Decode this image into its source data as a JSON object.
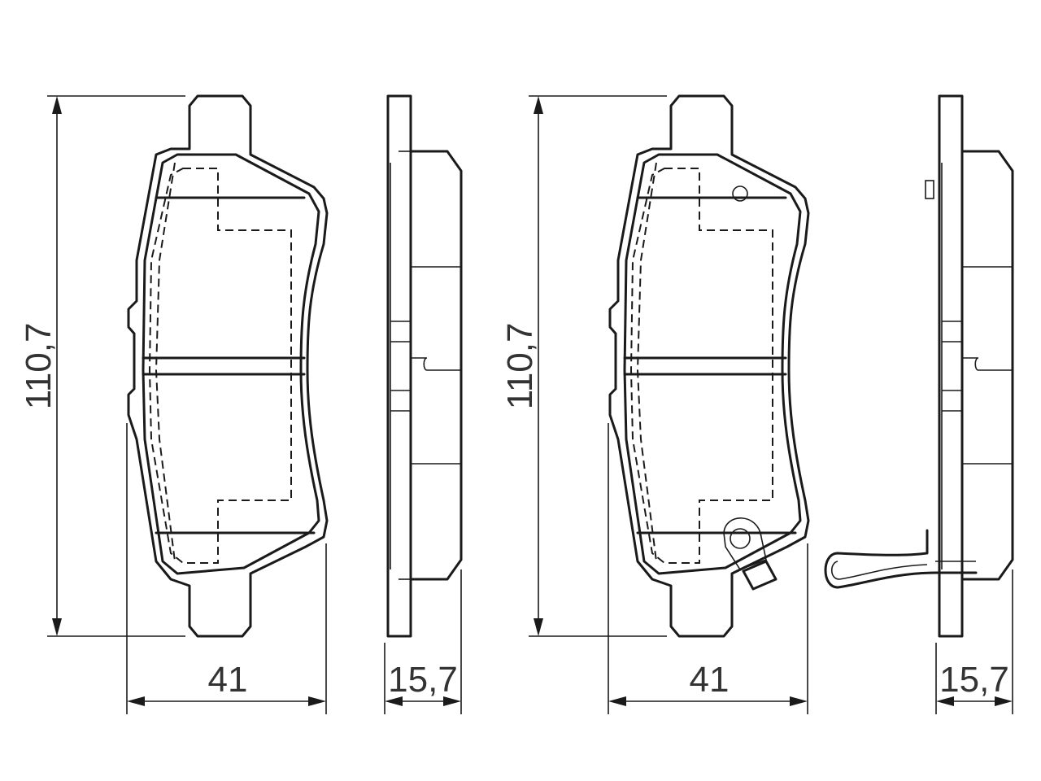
{
  "dimensions": {
    "height_front": "110,7",
    "width_front": "41",
    "thickness_side": "15,7",
    "height_rear": "110,7",
    "width_rear": "41",
    "thickness_rear_side": "15,7"
  },
  "colors": {
    "stroke": "#1a1a1a",
    "text": "#333333",
    "background": "#ffffff"
  }
}
